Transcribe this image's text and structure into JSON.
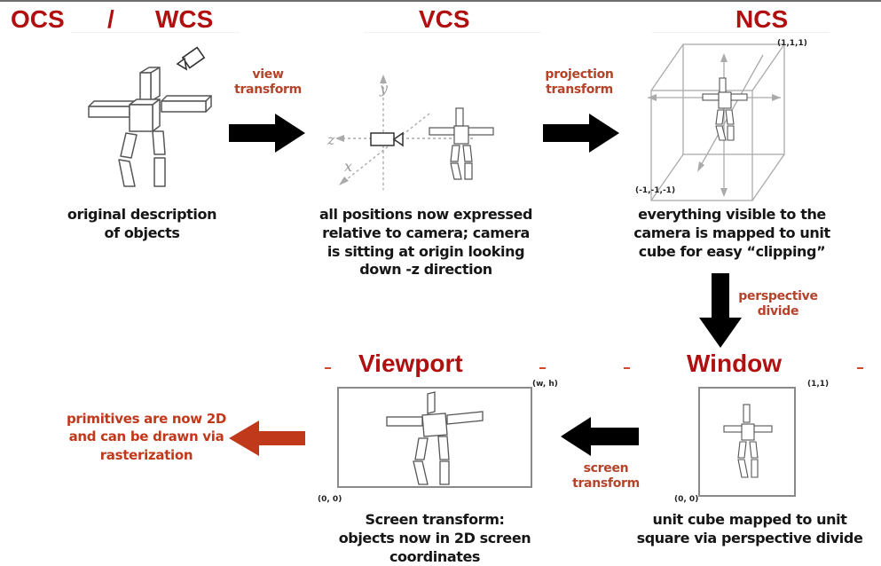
{
  "headers": {
    "ocs": "OCS",
    "slash": "/",
    "wcs": "WCS",
    "vcs": "VCS",
    "ncs": "NCS",
    "viewport": "Viewport",
    "window": "Window"
  },
  "captions": {
    "original": [
      "original description",
      "of objects"
    ],
    "vcs": [
      "all positions now expressed",
      "relative to camera; camera",
      "is sitting at origin looking",
      "down -z direction"
    ],
    "ncs": [
      "everything visible to the",
      "camera is mapped to unit",
      "cube for easy “clipping”"
    ],
    "window": [
      "unit cube mapped to unit",
      "square via perspective divide"
    ],
    "viewport": [
      "Screen transform:",
      "objects now in 2D screen coordinates"
    ],
    "primitives": [
      "primitives are now 2D",
      "and can be drawn via",
      "rasterization"
    ]
  },
  "arrows": {
    "view": [
      "view",
      "transform"
    ],
    "projection": [
      "projection",
      "transform"
    ],
    "perspective": [
      "perspective",
      "divide"
    ],
    "screen": [
      "screen",
      "transform"
    ]
  },
  "coords": {
    "ncs_max": "(1,1,1)",
    "ncs_min": "(-1,-1,-1)",
    "window_max": "(1,1)",
    "window_min": "(0, 0)",
    "viewport_max": "(w, h)",
    "viewport_min": "(0, 0)"
  },
  "axes": {
    "y": "y",
    "z": "z",
    "x": "x"
  },
  "colors": {
    "header_red": "#b01010",
    "arrow_red": "#c0391b",
    "label_red": "#b5432a",
    "arrow_black": "#000000"
  }
}
